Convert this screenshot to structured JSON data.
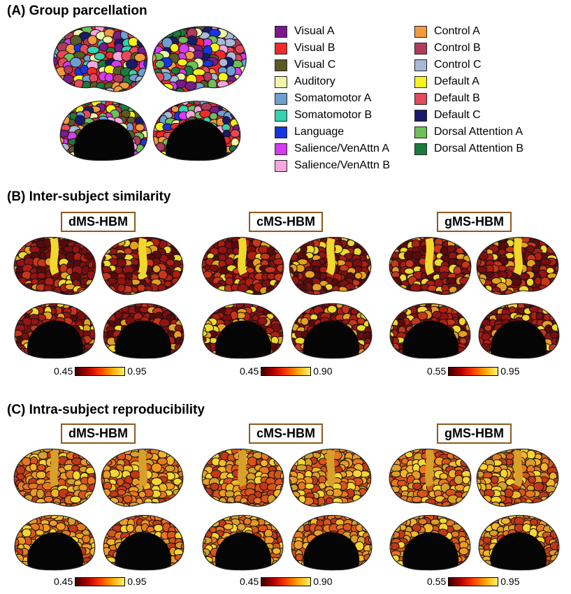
{
  "panel_a": {
    "title": "(A) Group parcellation",
    "legend_left": [
      {
        "label": "Visual A",
        "color": "#7a1b8c"
      },
      {
        "label": "Visual B",
        "color": "#ef2a2a"
      },
      {
        "label": "Visual C",
        "color": "#5b5a26"
      },
      {
        "label": "Auditory",
        "color": "#eef7a8"
      },
      {
        "label": "Somatomotor A",
        "color": "#6f9fd0"
      },
      {
        "label": "Somatomotor B",
        "color": "#35d1b0"
      },
      {
        "label": "Language",
        "color": "#1436e0"
      },
      {
        "label": "Salience/VenAttn A",
        "color": "#d63bf0"
      },
      {
        "label": "Salience/VenAttn B",
        "color": "#f7a6e0"
      }
    ],
    "legend_right": [
      {
        "label": "Control A",
        "color": "#f19a3c"
      },
      {
        "label": "Control B",
        "color": "#b23a5c"
      },
      {
        "label": "Control C",
        "color": "#a8b8d6"
      },
      {
        "label": "Default A",
        "color": "#f7f219"
      },
      {
        "label": "Default B",
        "color": "#e6495a"
      },
      {
        "label": "Default C",
        "color": "#1a1a6a"
      },
      {
        "label": "Dorsal Attention A",
        "color": "#6cbf5a"
      },
      {
        "label": "Dorsal Attention B",
        "color": "#1b7a3e"
      }
    ]
  },
  "panel_b": {
    "title": "(B) Inter-subject similarity",
    "models": [
      {
        "label": "dMS-HBM",
        "cmin": "0.45",
        "cmax": "0.95"
      },
      {
        "label": "cMS-HBM",
        "cmin": "0.45",
        "cmax": "0.90"
      },
      {
        "label": "gMS-HBM",
        "cmin": "0.55",
        "cmax": "0.95"
      }
    ]
  },
  "panel_c": {
    "title": "(C) Intra-subject reproducibility",
    "models": [
      {
        "label": "dMS-HBM",
        "cmin": "0.45",
        "cmax": "0.95"
      },
      {
        "label": "cMS-HBM",
        "cmin": "0.45",
        "cmax": "0.90"
      },
      {
        "label": "gMS-HBM",
        "cmin": "0.55",
        "cmax": "0.95"
      }
    ]
  },
  "heat_palettes": {
    "similarity": [
      "#5a0a0a",
      "#7a0f0f",
      "#961414",
      "#b01e12",
      "#c8361a",
      "#e5a020",
      "#f0d92c"
    ],
    "reproducibility": [
      "#c23818",
      "#d9541a",
      "#e8781f",
      "#ef9a24",
      "#f3b52a",
      "#f8d631",
      "#d8a02a"
    ]
  }
}
